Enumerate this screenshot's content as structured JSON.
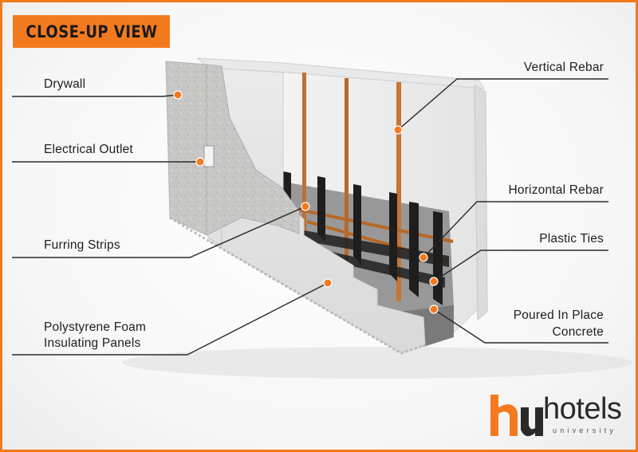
{
  "badge": {
    "title": "CLOSE-UP VIEW"
  },
  "labels": {
    "drywall": "Drywall",
    "electrical_outlet": "Electrical Outlet",
    "furring_strips": "Furring Strips",
    "polystyrene_line1": "Polystyrene Foam",
    "polystyrene_line2": "Insulating Panels",
    "vertical_rebar": "Vertical Rebar",
    "horizontal_rebar": "Horizontal Rebar",
    "plastic_ties": "Plastic Ties",
    "poured_line1": "Poured In Place",
    "poured_line2": "Concrete"
  },
  "logo": {
    "word": "hotels",
    "sub": "university"
  },
  "colors": {
    "accent": "#f47a20",
    "leader": "#2b2b2b",
    "rebar": "#c07030",
    "frame": "#f07a1a"
  }
}
